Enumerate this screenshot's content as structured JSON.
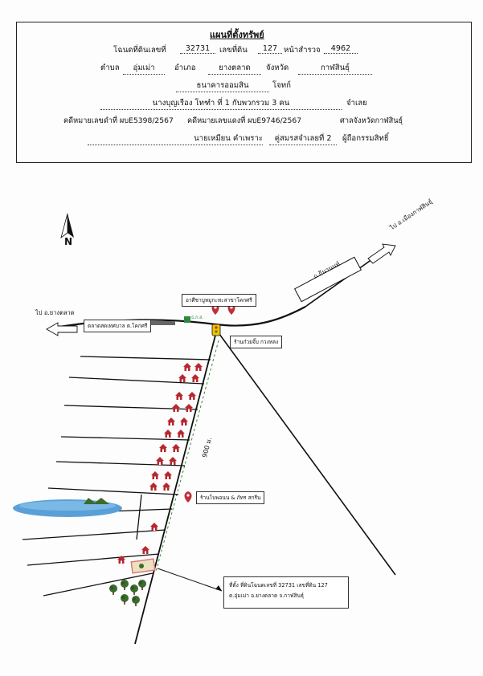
{
  "header": {
    "title": "แผนที่ตั้งทรัพย์",
    "row1": {
      "deed_label": "โฉนดที่ดินเลขที่",
      "deed_no": "32731",
      "land_label": "เลขที่ดิน",
      "land_no": "127",
      "survey_label": "หน้าสำรวจ",
      "survey_no": "4962"
    },
    "row2": {
      "tambon_label": "ตำบล",
      "tambon": "อุ่มเม่า",
      "amphoe_label": "อำเภอ",
      "amphoe": "ยางตลาด",
      "province_label": "จังหวัด",
      "province": "กาฬสินธุ์"
    },
    "row3": {
      "plaintiff": "ธนาคารออมสิน",
      "role": "โจทก์"
    },
    "row4": {
      "defendant": "นางบุญเรือง โทฑำ ที่ 1 กับพวกรวม 3 คน",
      "role": "จำเลย"
    },
    "row5": {
      "black_case": "คดีหมายเลขดำที่ ผบE5398/2567",
      "red_case": "คดีหมายเลขแดงที่ ผบE9746/2567",
      "court": "ศาลจังหวัดกาฬสินธุ์"
    },
    "row6": {
      "owner": "นายเหมียน คำเพราะ",
      "spouse": "คู่สมรสจำเลยที่ 2",
      "role": "ผู้ถือกรรมสิทธิ์"
    }
  },
  "map": {
    "north": "N",
    "to_kalasin": "ไป อ.เมืองกาฬสินธุ์",
    "to_yangtalat": "ไป อ.ยางตลาด",
    "road_name": "ถ.ถีนานนท์",
    "hospital": "อาศีชาบูหมูกะทะสาขาโคกศรี",
    "market": "ตลาดสดเทศบาล ต.โคกศรี",
    "shop1": "ร้านก๋วยจั๊บ กวงหลง",
    "bank": "ธ.ก.ส.",
    "shop2": "ร้านโบพอนน & ภัทร สกรีน",
    "distance": "900 ม.",
    "location_note_line1": "ที่ตั้ง ที่ดินโฉนดเลขที่ 32731 เลขที่ดิน 127",
    "location_note_line2": "ต.อุ่มเม่า อ.ยางตลาด จ.กาฬสินธุ์"
  },
  "colors": {
    "house": "#b5282e",
    "pin": "#c0303a",
    "water": "#5aa0d8",
    "tree": "#3b6b2e",
    "plot": "#e07070",
    "dashed": "#3a8a3a"
  }
}
